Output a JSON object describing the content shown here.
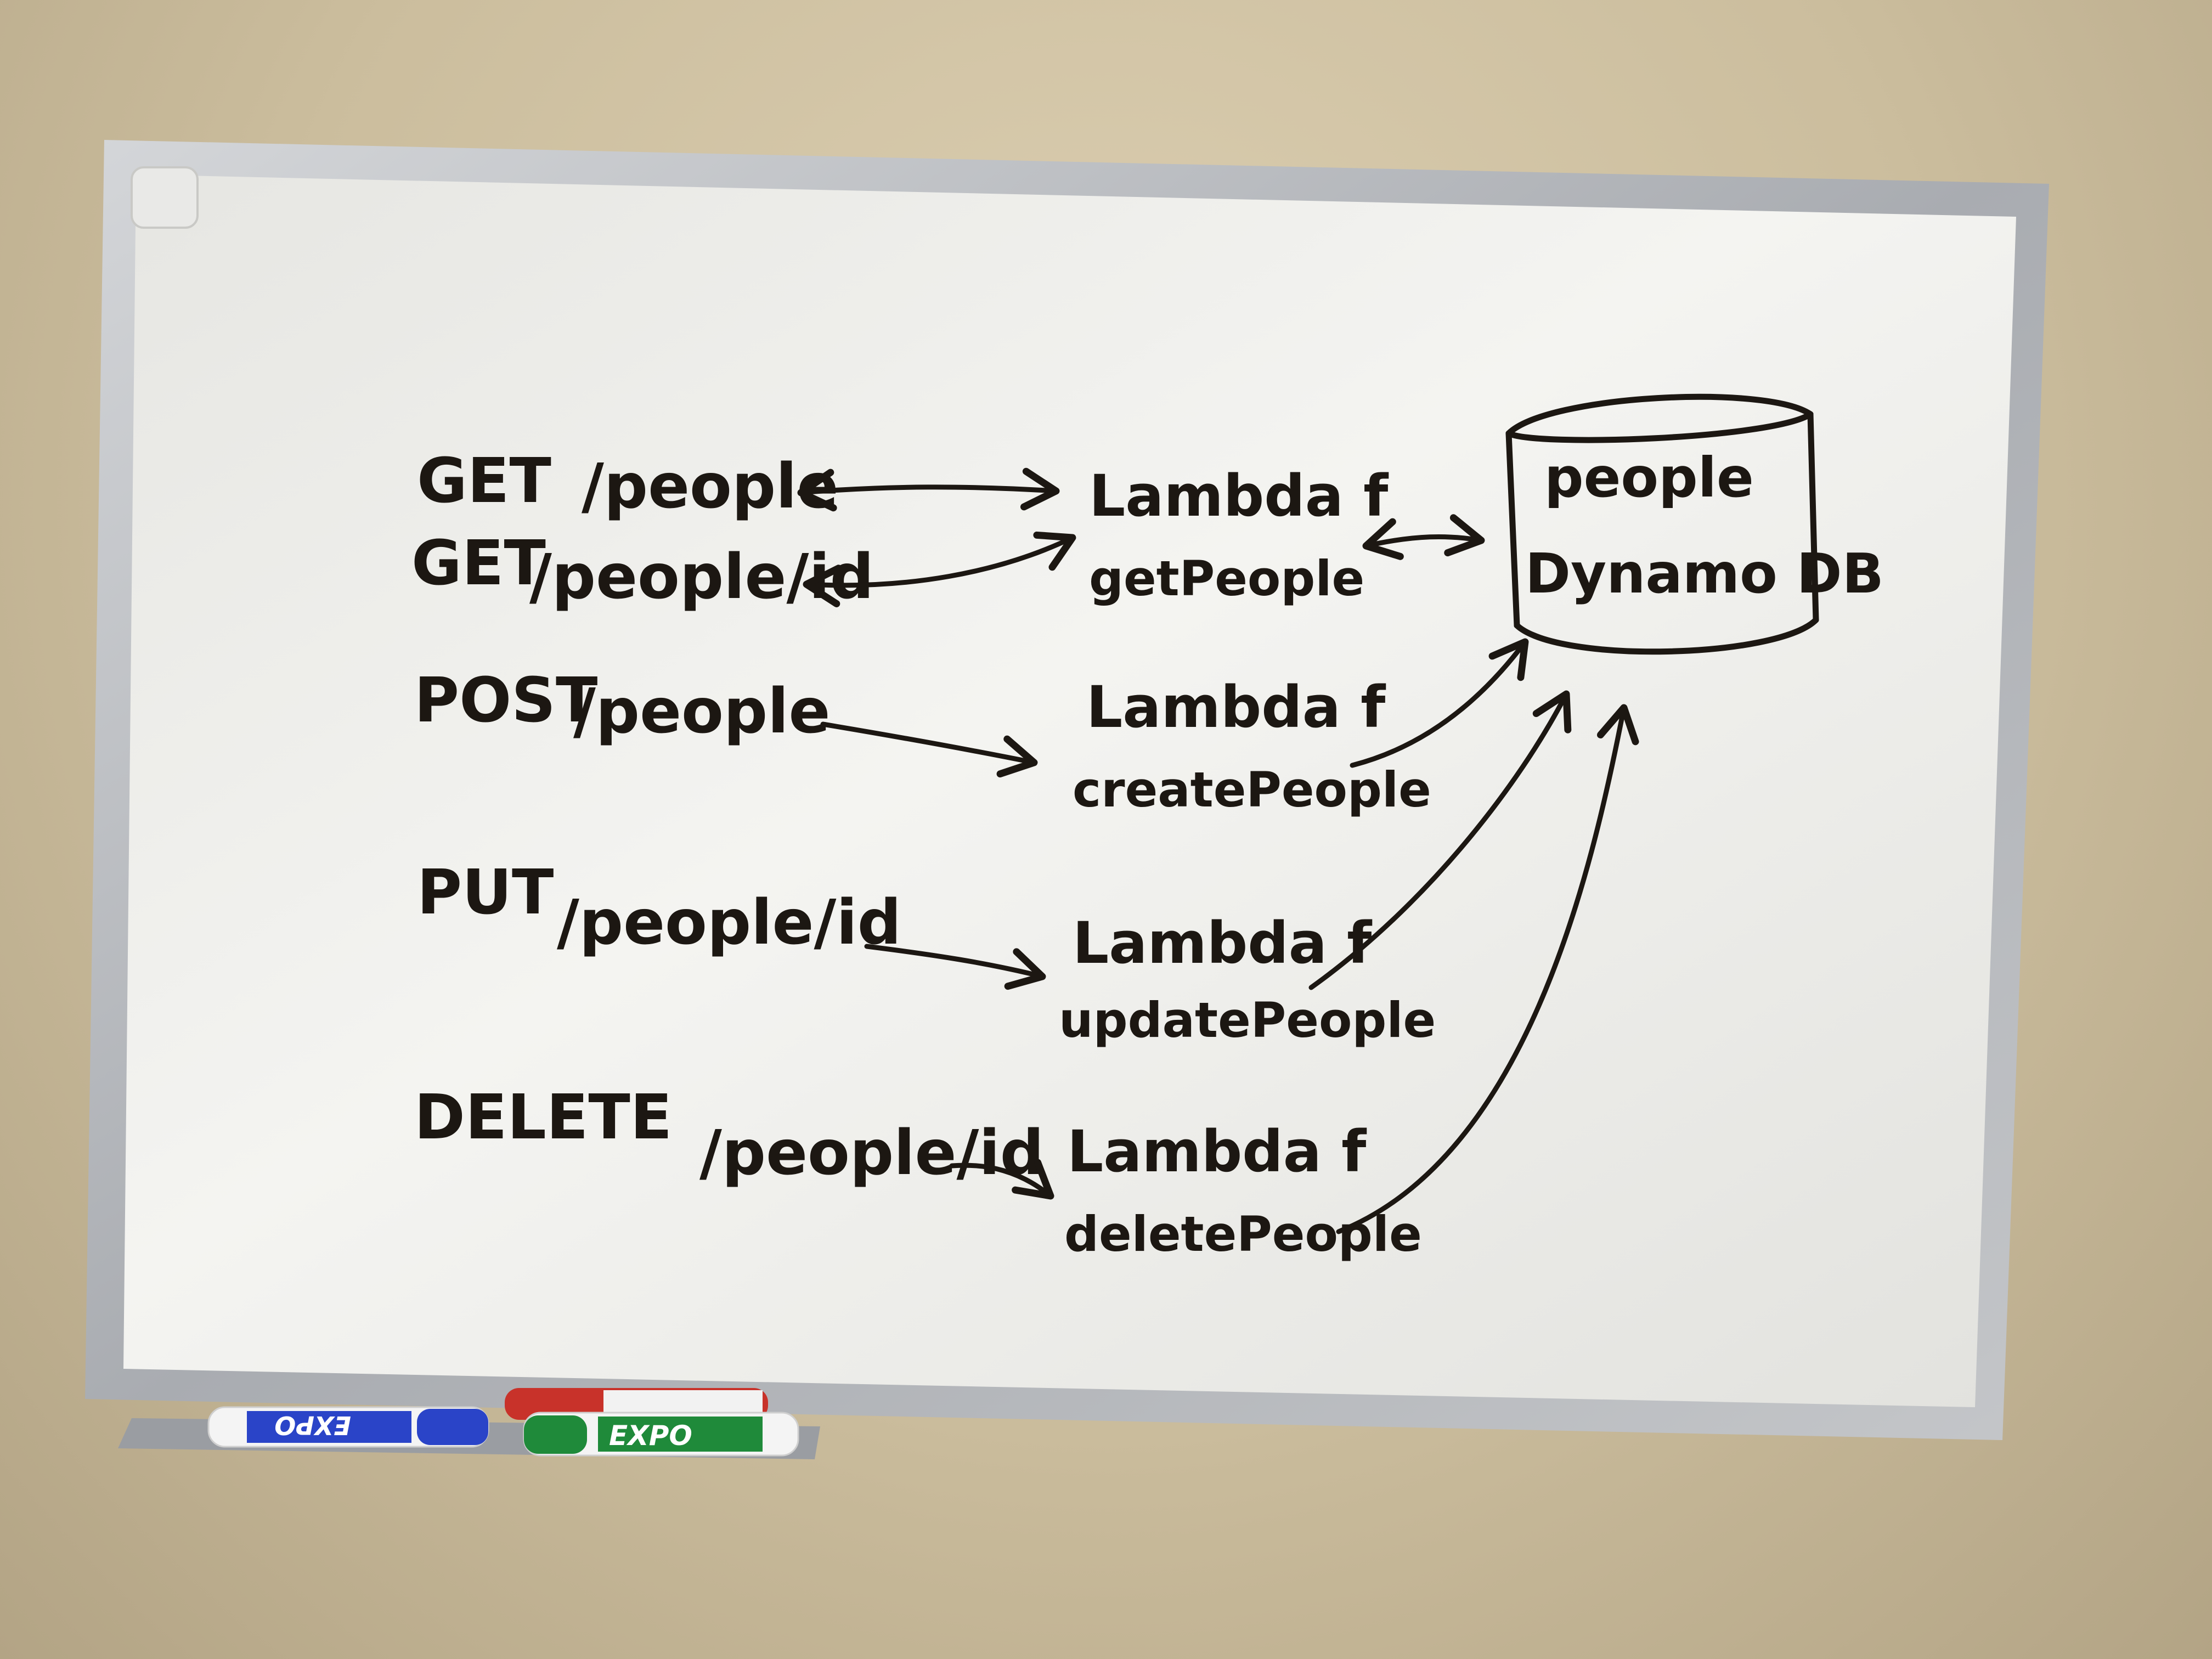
{
  "routes": [
    {
      "method": "GET",
      "path": "/people"
    },
    {
      "method": "GET",
      "path": "/people/id"
    },
    {
      "method": "POST",
      "path": "/people"
    },
    {
      "method": "PUT",
      "path": "/people/id"
    },
    {
      "method": "DELETE",
      "path": "/people/id"
    }
  ],
  "lambdas": [
    {
      "label": "Lambda f",
      "name": "getPeople"
    },
    {
      "label": "Lambda f",
      "name": "createPeople"
    },
    {
      "label": "Lambda f",
      "name": "updatePeople"
    },
    {
      "label": "Lambda f",
      "name": "deletePeople"
    }
  ],
  "database": {
    "table": "people",
    "engine": "Dynamo DB"
  },
  "markers": [
    {
      "brand": "EXPO",
      "color": "#2a44c8"
    },
    {
      "brand": "",
      "color": "#c8322a"
    },
    {
      "brand": "EXPO",
      "color": "#1f8a3a"
    }
  ],
  "colors": {
    "wall": "#d6c9ab",
    "board": "#f1f1ee",
    "frame": "#b9bcc0",
    "ink": "#1c1712"
  }
}
